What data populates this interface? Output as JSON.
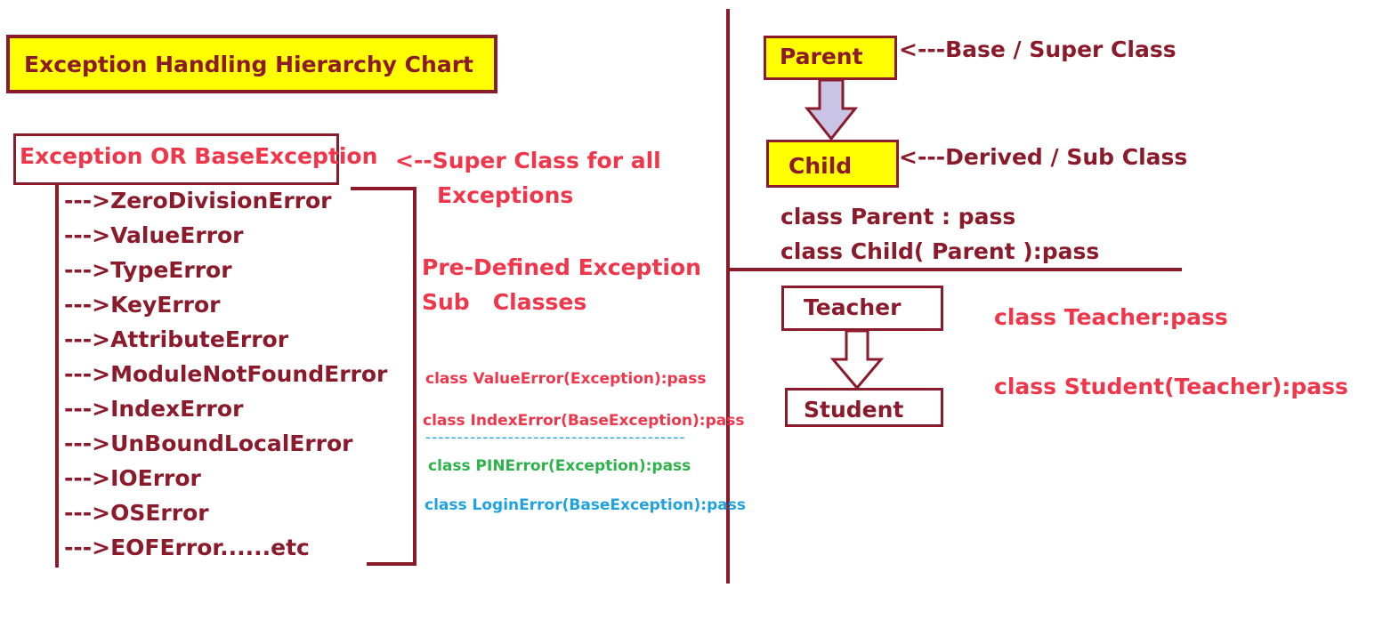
{
  "title": "Exception Handling Hierarchy Chart",
  "root_class": "Exception OR BaseException",
  "root_note_line1": "<--Super Class for all",
  "root_note_line2": "Exceptions",
  "subclasses": [
    "--->ZeroDivisionError",
    "--->ValueError",
    "--->TypeError",
    "--->KeyError",
    "--->AttributeError",
    "--->ModuleNotFoundError",
    "--->IndexError",
    "--->UnBoundLocalError",
    "--->IOError",
    "--->OSError",
    "--->EOFError......etc"
  ],
  "predefined_line1": "Pre-Defined Exception",
  "predefined_line2": "Sub   Classes",
  "examples": {
    "value_error": "class ValueError(Exception):pass",
    "index_error": "class IndexError(BaseException):pass",
    "separator": "-----------------------------------------",
    "pin_error": "class PINError(Exception):pass",
    "login_error": "class LoginError(BaseException):pass"
  },
  "inheritance": {
    "parent_box": "Parent",
    "parent_note": "<---Base / Super Class",
    "child_box": "Child",
    "child_note": "<---Derived / Sub Class",
    "code_line1": "class Parent : pass",
    "code_line2": "class Child( Parent ):pass"
  },
  "teacher_example": {
    "teacher_box": "Teacher",
    "student_box": "Student",
    "teacher_code": "class Teacher:pass",
    "student_code": "class Student(Teacher):pass"
  },
  "colors": {
    "maroon": "#8b1a2b",
    "red": "#f0364a",
    "yellow": "#ffff00",
    "green": "#2db34a",
    "blue": "#1fa3e0",
    "arrow_fill": "#c9c4e6"
  }
}
